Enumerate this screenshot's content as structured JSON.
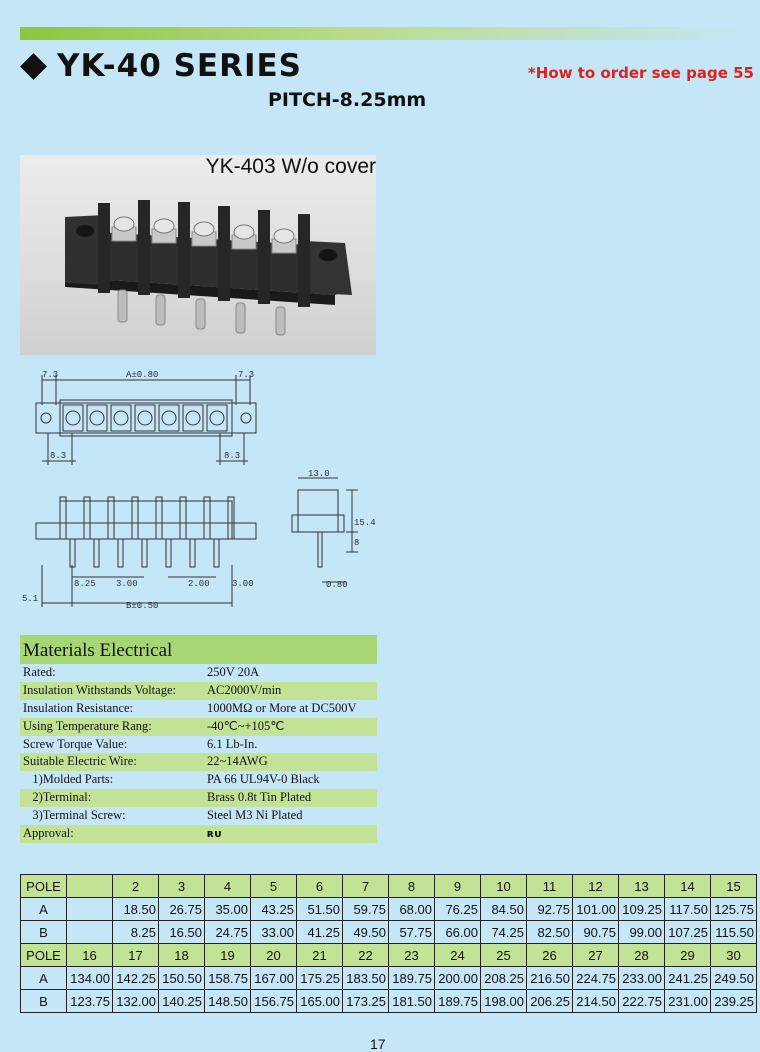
{
  "header": {
    "series_title": "YK-40 SERIES",
    "order_note": "*How to order see page 55",
    "pitch": "PITCH-8.25mm"
  },
  "photo": {
    "caption": "YK-403 W/o cover"
  },
  "drawing": {
    "dims": {
      "d73_left": "7.3",
      "a_dim": "A±0.80",
      "d73_right": "7.3",
      "d83_left": "8.3",
      "d83_right": "8.3",
      "d130": "13.0",
      "d154": "15.4",
      "d8": "8",
      "d080": "0.80",
      "d825": "8.25",
      "d300a": "3.00",
      "d200": "2.00",
      "d300b": "3.00",
      "d51": "5.1",
      "b_dim": "B±0.50"
    }
  },
  "materials": {
    "title": "Materials Electrical",
    "rows": [
      {
        "label": "Rated:",
        "value": "250V  20A"
      },
      {
        "label": "Insulation Withstands Voltage:",
        "value": "AC2000V/min"
      },
      {
        "label": "Insulation Resistance:",
        "value": "1000MΩ  or More at DC500V"
      },
      {
        "label": "Using Temperature Rang:",
        "value": "-40℃~+105℃"
      },
      {
        "label": " Screw Torque Value:",
        "value": "6.1 Lb-In."
      },
      {
        "label": "Suitable Electric Wire:",
        "value": "22~14AWG"
      },
      {
        "label": "   1)Molded Parts:",
        "value": "PA 66 UL94V-0 Black"
      },
      {
        "label": "   2)Terminal:",
        "value": "Brass 0.8t Tin Plated"
      },
      {
        "label": "   3)Terminal Screw:",
        "value": "Steel M3 Ni Plated"
      },
      {
        "label": "Approval:",
        "value": "ʀᴜ"
      }
    ]
  },
  "pole_table": {
    "section1": {
      "pole_label": "POLE",
      "poles": [
        "2",
        "3",
        "4",
        "5",
        "6",
        "7",
        "8",
        "9",
        "10",
        "11",
        "12",
        "13",
        "14",
        "15"
      ],
      "rows": [
        {
          "label": "A",
          "values": [
            "18.50",
            "26.75",
            "35.00",
            "43.25",
            "51.50",
            "59.75",
            "68.00",
            "76.25",
            "84.50",
            "92.75",
            "101.00",
            "109.25",
            "117.50",
            "125.75"
          ]
        },
        {
          "label": "B",
          "values": [
            "8.25",
            "16.50",
            "24.75",
            "33.00",
            "41.25",
            "49.50",
            "57.75",
            "66.00",
            "74.25",
            "82.50",
            "90.75",
            "99.00",
            "107.25",
            "115.50"
          ]
        }
      ]
    },
    "section2": {
      "pole_label": "POLE",
      "poles": [
        "16",
        "17",
        "18",
        "19",
        "20",
        "21",
        "22",
        "23",
        "24",
        "25",
        "26",
        "27",
        "28",
        "29",
        "30"
      ],
      "rows": [
        {
          "label": "A",
          "values": [
            "134.00",
            "142.25",
            "150.50",
            "158.75",
            "167.00",
            "175.25",
            "183.50",
            "189.75",
            "200.00",
            "208.25",
            "216.50",
            "224.75",
            "233.00",
            "241.25",
            "249.50"
          ]
        },
        {
          "label": "B",
          "values": [
            "123.75",
            "132.00",
            "140.25",
            "148.50",
            "156.75",
            "165.00",
            "173.25",
            "181.50",
            "189.75",
            "198.00",
            "206.25",
            "214.50",
            "222.75",
            "231.00",
            "239.25"
          ]
        }
      ]
    }
  },
  "footer": {
    "page_number": "17"
  }
}
